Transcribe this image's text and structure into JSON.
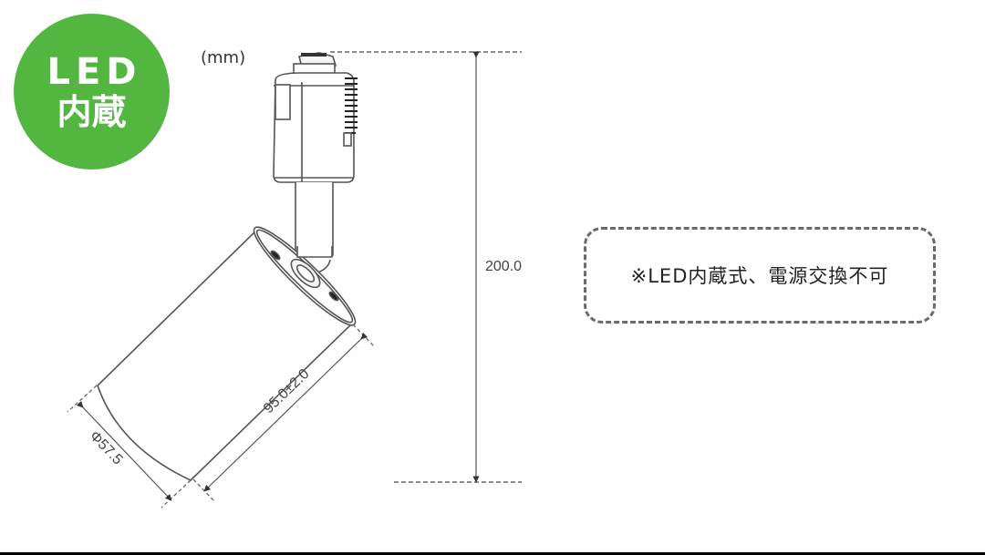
{
  "badge": {
    "line1": "LED",
    "line2": "内蔵",
    "color": "#52b640"
  },
  "unit_label": "(mm)",
  "dimensions": {
    "height": "200.0",
    "length": "95.0±2.0",
    "diameter": "Φ57.5"
  },
  "note": {
    "text": "※LED内蔵式、電源交換不可",
    "border_color": "#6a6a6a"
  },
  "drawing": {
    "subject": "track-light-spotlight",
    "line_color": "#555555"
  }
}
